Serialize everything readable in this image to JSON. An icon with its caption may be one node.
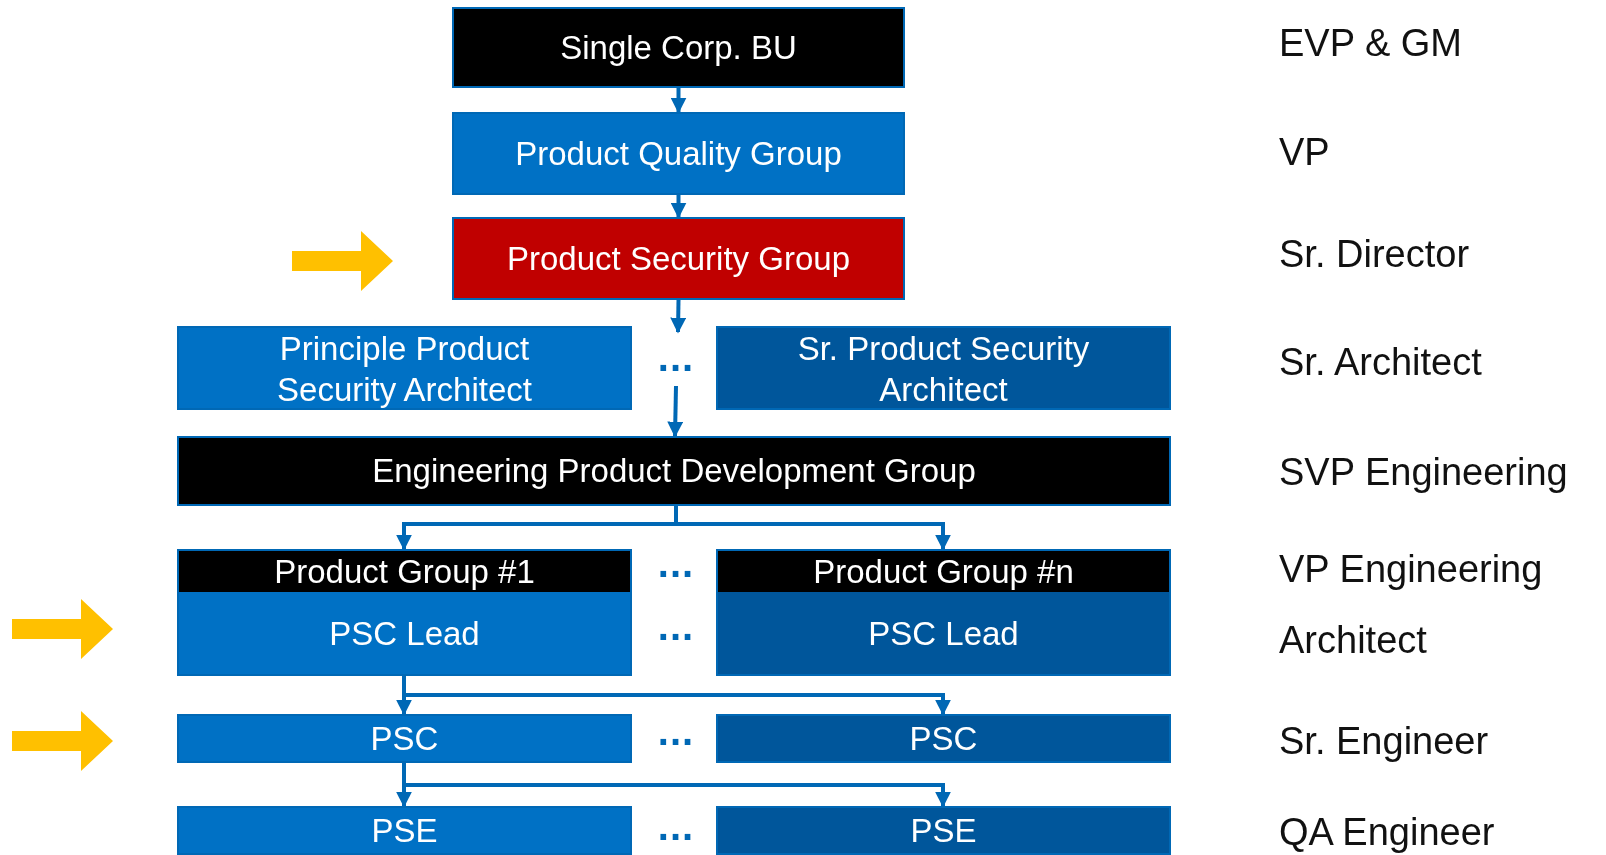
{
  "diagram": {
    "nodes": [
      {
        "text": [
          "Single Corp. BU"
        ]
      },
      {
        "text": [
          "Product Quality Group"
        ]
      },
      {
        "text": [
          "Product Security Group"
        ]
      },
      {
        "text": [
          "Principle Product Security Architect"
        ]
      },
      {
        "text": [
          "Sr. Product Security Architect"
        ]
      },
      {
        "text": [
          "Engineering Product Development Group"
        ]
      },
      {
        "text": [
          "Product Group #1",
          "PSC Lead"
        ]
      },
      {
        "text": [
          "Product Group #n",
          "PSC Lead"
        ]
      },
      {
        "text": [
          "PSC"
        ]
      },
      {
        "text": [
          "PSC"
        ]
      },
      {
        "text": [
          "PSE"
        ]
      },
      {
        "text": [
          "PSE"
        ]
      }
    ],
    "edges": [
      {
        "from": 0,
        "to": 1,
        "arrow": "to"
      },
      {
        "from": 1,
        "to": 2,
        "arrow": "to"
      },
      {
        "from": 2,
        "to": null,
        "arrow": "to"
      },
      {
        "from": null,
        "to": 5,
        "arrow": "to"
      },
      {
        "from": 5,
        "to": 6,
        "arrow": "to"
      },
      {
        "from": 5,
        "to": 7,
        "arrow": "to"
      },
      {
        "from": 6,
        "to": 8,
        "arrow": "to"
      },
      {
        "from": 6,
        "to": 9,
        "arrow": "to"
      },
      {
        "from": 8,
        "to": 10,
        "arrow": "to"
      },
      {
        "from": 8,
        "to": 11,
        "arrow": "to"
      }
    ],
    "labels": [
      "EVP & GM",
      "VP",
      "Sr. Director",
      "...",
      "Sr. Architect",
      "SVP Engineering",
      "...",
      "VP Engineering",
      "...",
      "Architect",
      "...",
      "Sr. Engineer",
      "...",
      "QA Engineer"
    ]
  }
}
